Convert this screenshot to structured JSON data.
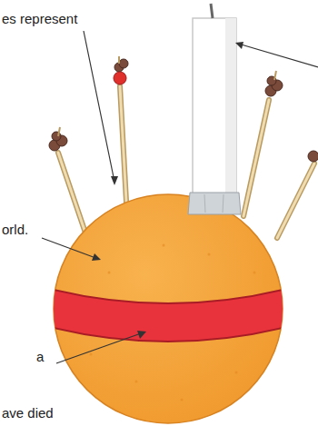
{
  "diagram": {
    "labels": [
      "es represent",
      "orld.",
      "a",
      "ave died"
    ]
  }
}
